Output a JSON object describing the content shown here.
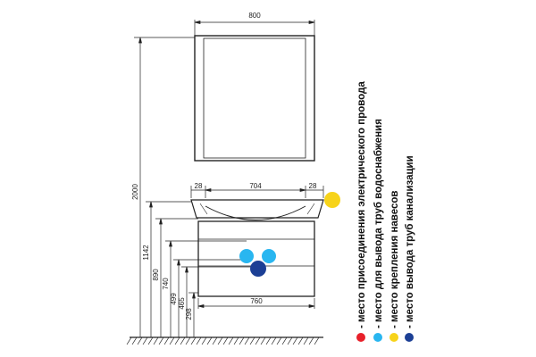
{
  "dimensions": {
    "mirror_width": "800",
    "total_height": "2000",
    "left_inset": "28",
    "basin_inner_width": "704",
    "right_inset": "28",
    "cabinet_width": "760",
    "heights": [
      "1142",
      "890",
      "740",
      "499",
      "465",
      "298"
    ]
  },
  "legend": [
    {
      "text": "- место присоединения электрического провода",
      "color": "#e8202a"
    },
    {
      "text": "- место для вывода труб водоснабжения",
      "color": "#29b6f0"
    },
    {
      "text": "- место крепления навесов",
      "color": "#f7d31a"
    },
    {
      "text": "- место вывода труб канализации",
      "color": "#1c3f95"
    }
  ],
  "markers": {
    "electric": "#f7d31a",
    "water": "#29b6f0",
    "sewer": "#1c3f95"
  }
}
